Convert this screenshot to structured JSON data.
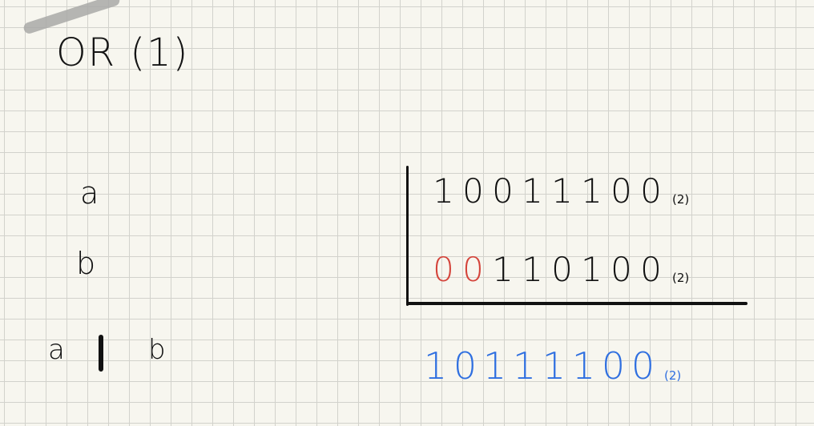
{
  "title": "OR (1)",
  "variables": {
    "a": "a",
    "b": "b"
  },
  "expression": {
    "left": "a",
    "right": "b"
  },
  "calculation": {
    "row1": {
      "bits": [
        "1",
        "0",
        "0",
        "1",
        "1",
        "1",
        "0",
        "0"
      ],
      "base": "(2)"
    },
    "row2": {
      "bits": [
        "0",
        "0",
        "1",
        "1",
        "0",
        "1",
        "0",
        "0"
      ],
      "base": "(2)",
      "highlighted_indexes": [
        0,
        1
      ]
    },
    "result": {
      "bits": [
        "1",
        "0",
        "1",
        "1",
        "1",
        "1",
        "0",
        "0"
      ],
      "base": "(2)"
    }
  },
  "colors": {
    "paper": "#f7f6ef",
    "grid": "#d2d2cc",
    "ink": "#111111",
    "highlight_red": "#d4433a",
    "result_blue": "#2f6fe0",
    "title_strike": "#a9a9a7"
  }
}
